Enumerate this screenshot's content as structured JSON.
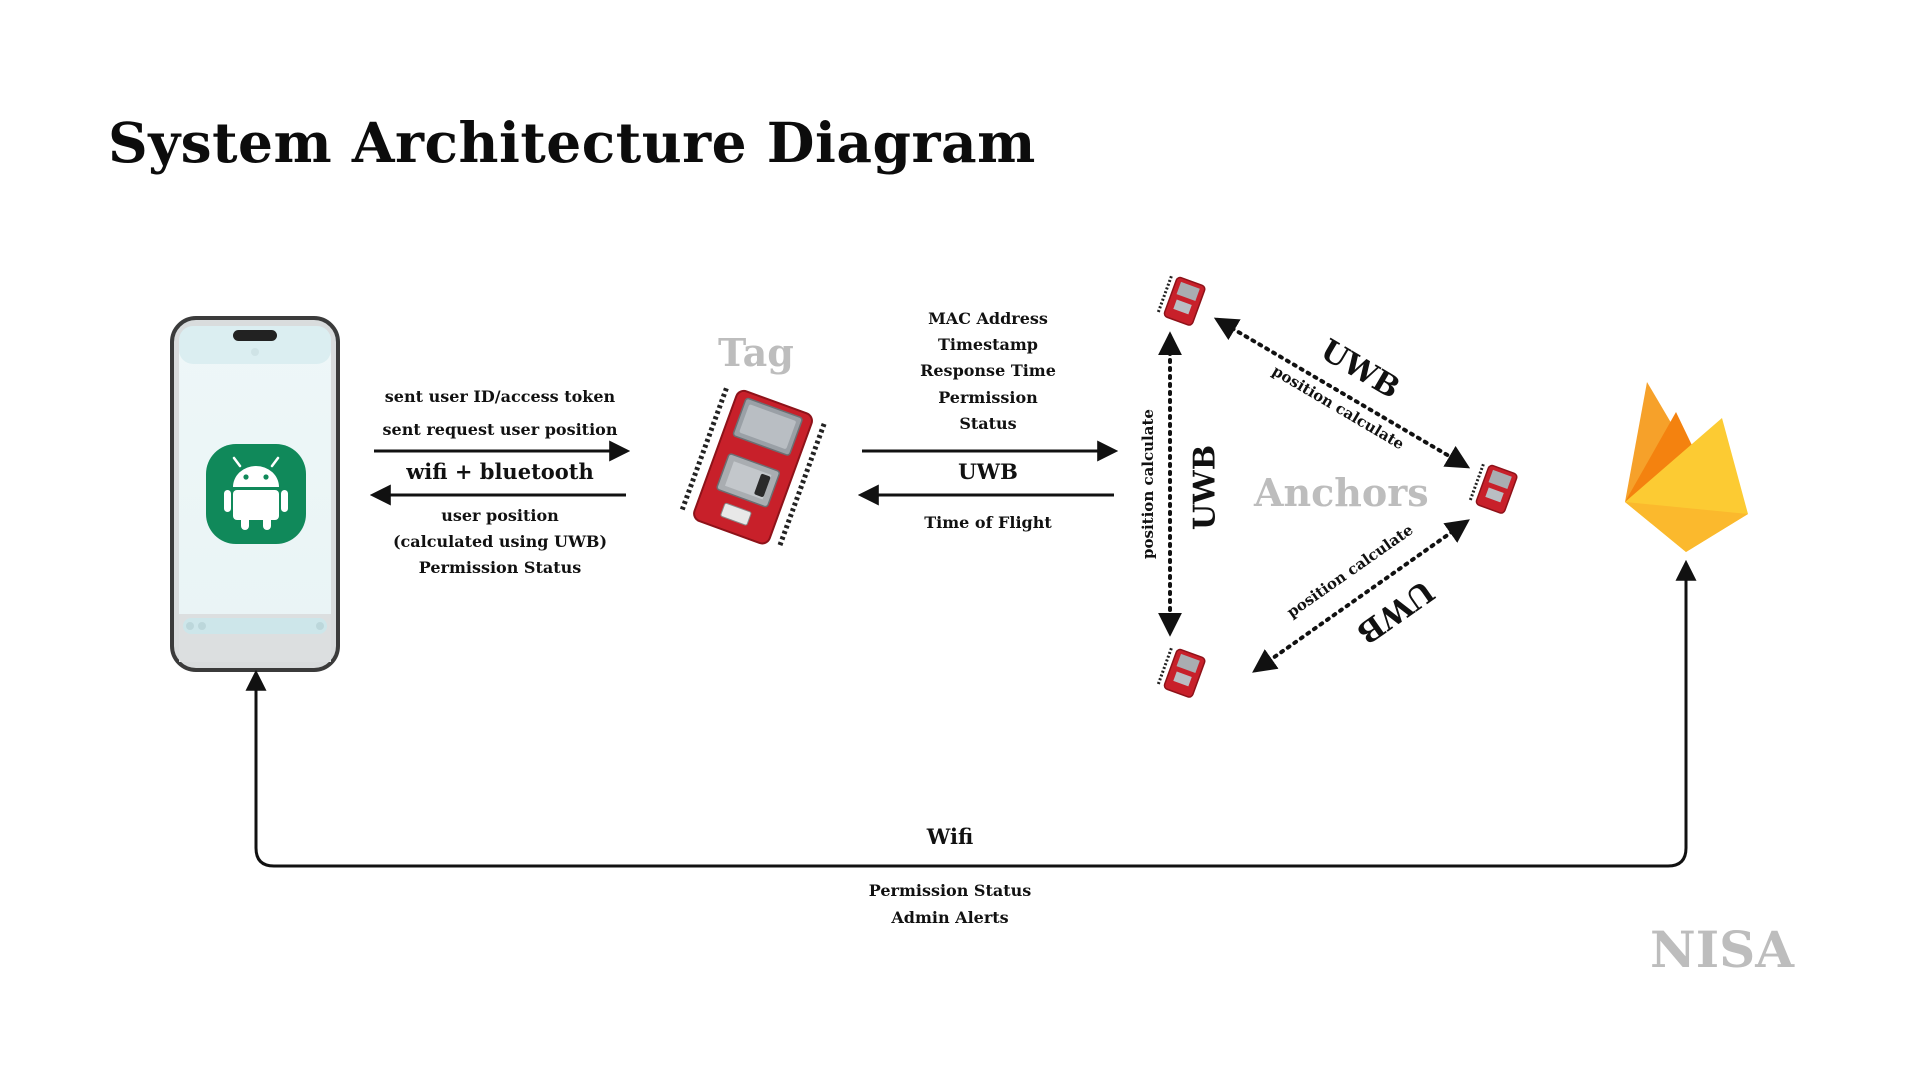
{
  "title": "System Architecture Diagram",
  "nodes": {
    "tag_label": "Tag",
    "anchors_label": "Anchors",
    "brand": "NISA"
  },
  "phone_tag_link": {
    "top_lines": [
      "sent user ID/access token",
      "sent request user position"
    ],
    "channel": "wifi + bluetooth",
    "bottom_lines": [
      "user position",
      "(calculated using UWB)",
      "Permission Status"
    ]
  },
  "tag_anchor_link": {
    "top_lines": [
      "MAC Address",
      "Timestamp",
      "Response Time",
      "Permission",
      "Status"
    ],
    "channel": "UWB",
    "bottom_lines": [
      "Time of Flight"
    ]
  },
  "anchor_links": {
    "left_label": "position calculate",
    "left_channel": "UWB",
    "top_right_label": "position calculate",
    "top_right_channel": "UWB",
    "bottom_right_label": "position calculate",
    "bottom_right_channel": "UWB"
  },
  "cloud_link": {
    "channel": "Wifi",
    "lines": [
      "Permission Status",
      "Admin Alerts"
    ]
  },
  "colors": {
    "android_green": "#10895a",
    "board_red": "#c8202a",
    "firebase_orange": "#f6a12a",
    "firebase_yellow": "#fccb33",
    "ghost_gray": "#bdbdbd"
  },
  "icons": [
    "android-icon",
    "esp32-board-icon",
    "anchor-board-icon",
    "firebase-icon"
  ]
}
